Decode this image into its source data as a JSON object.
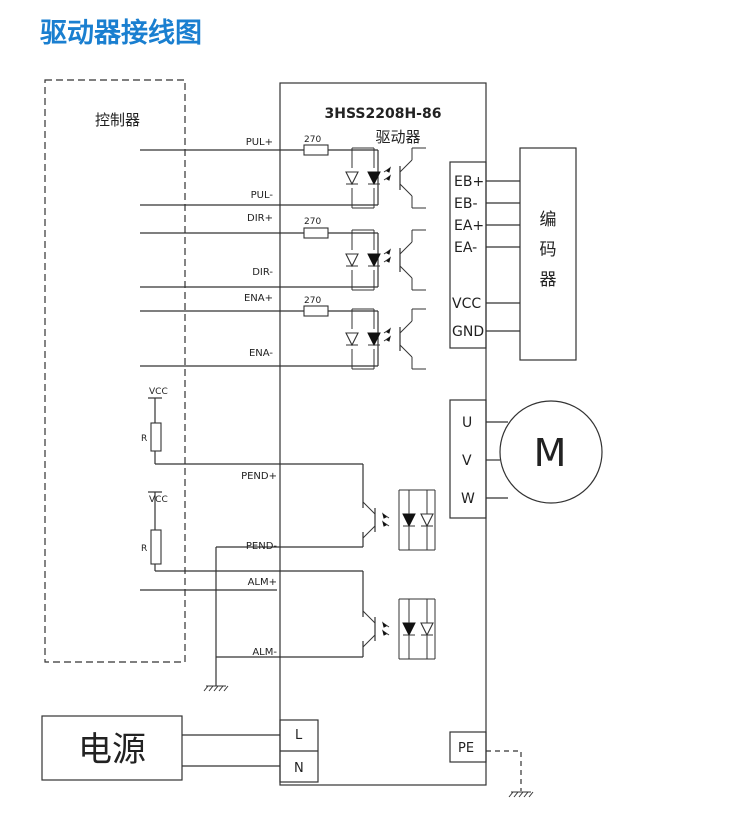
{
  "title": "驱动器接线图",
  "colors": {
    "title": "#1a7fd0",
    "line": "#333333"
  },
  "controller": {
    "label": "控制器"
  },
  "driver": {
    "model": "3HSS2208H-86",
    "label": "驱动器"
  },
  "signals": {
    "pul_plus": "PUL+",
    "pul_minus": "PUL-",
    "dir_plus": "DIR+",
    "dir_minus": "DIR-",
    "ena_plus": "ENA+",
    "ena_minus": "ENA-",
    "pend_plus": "PEND+",
    "pend_minus": "PEND-",
    "alm_plus": "ALM+",
    "alm_minus": "ALM-"
  },
  "resistor_value": "270",
  "pullups": {
    "vcc": "VCC",
    "r": "R"
  },
  "encoder_port": {
    "pins": [
      "EB+",
      "EB-",
      "EA+",
      "EA-",
      "VCC",
      "GND"
    ],
    "label_chars": [
      "编",
      "码",
      "器"
    ]
  },
  "motor_port": {
    "pins": [
      "U",
      "V",
      "W"
    ],
    "label": "M"
  },
  "power": {
    "label": "电源",
    "pins": [
      "L",
      "N"
    ]
  },
  "pe": "PE"
}
